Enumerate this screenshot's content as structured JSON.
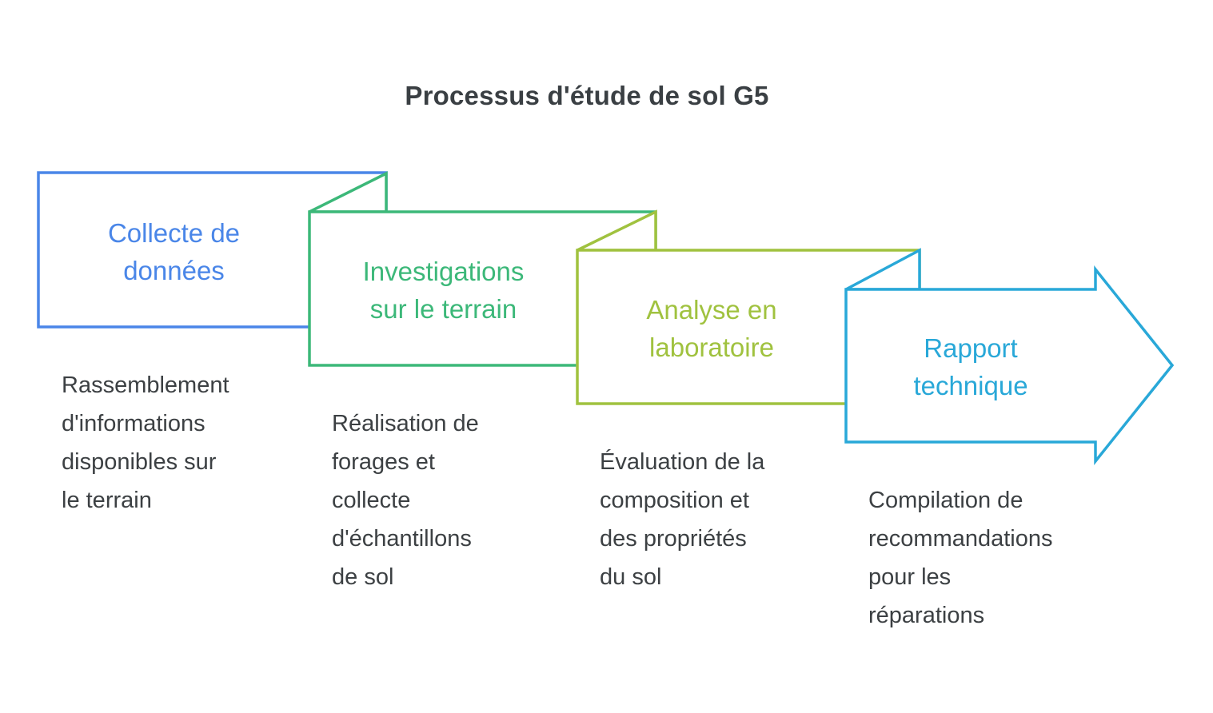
{
  "title": "Processus d'étude de sol G5",
  "diagram_type": "process-flow",
  "colors": {
    "step1": "#4a86e8",
    "step2": "#3cb879",
    "step3": "#a0c23f",
    "step4": "#29a8d8",
    "body_text": "#3c4043",
    "background": "#ffffff"
  },
  "steps": [
    {
      "label": "Collecte de\ndonnées",
      "description": "Rassemblement\nd'informations\ndisponibles sur\nle terrain",
      "color": "#4a86e8",
      "shape": "rectangle-panel"
    },
    {
      "label": "Investigations\nsur le terrain",
      "description": "Réalisation de\nforages et\ncollecte\nd'échantillons\nde sol",
      "color": "#3cb879",
      "shape": "folded-panel"
    },
    {
      "label": "Analyse en\nlaboratoire",
      "description": "Évaluation de la\ncomposition et\ndes propriétés\ndu sol",
      "color": "#a0c23f",
      "shape": "folded-panel"
    },
    {
      "label": "Rapport\ntechnique",
      "description": "Compilation de\nrecommandations\npour les\nréparations",
      "color": "#29a8d8",
      "shape": "folded-arrow-right"
    }
  ]
}
